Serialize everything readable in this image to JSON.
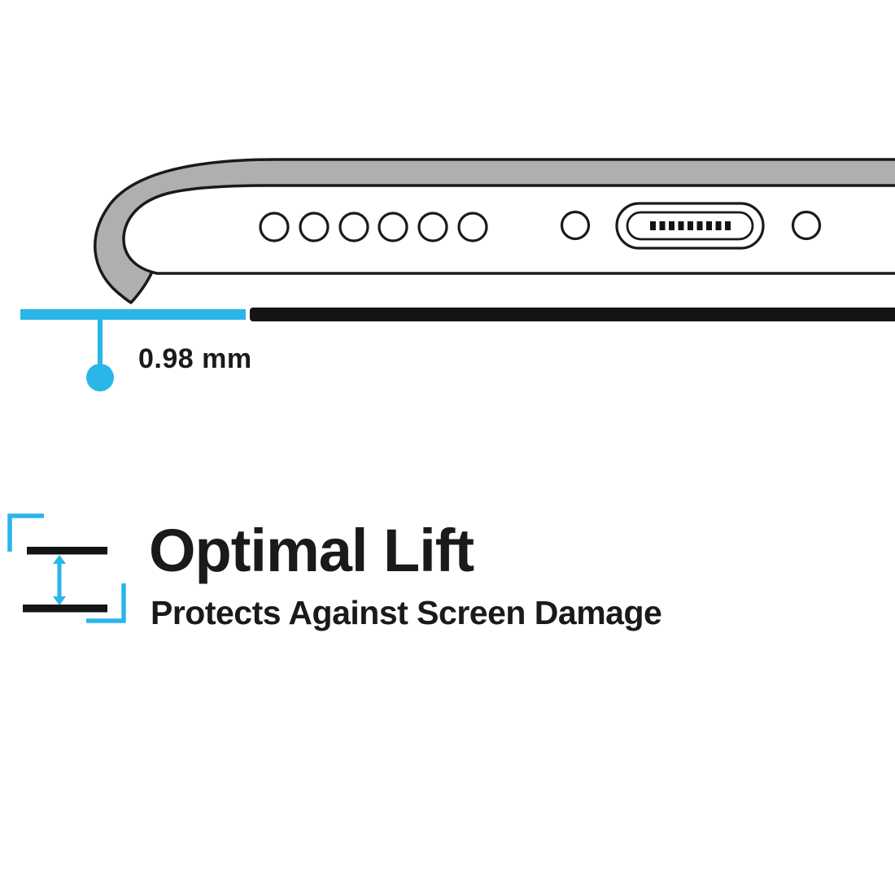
{
  "page": {
    "background": "#ffffff"
  },
  "colors": {
    "accent": "#29b6e8",
    "ink": "#141414",
    "outline": "#1a1a1a",
    "case_gray": "#afaeb1",
    "phone_white": "#ffffff"
  },
  "icons": {
    "lift_double_arrow": "↕"
  },
  "illustration": {
    "measurement_label": "0.98 mm"
  },
  "feature": {
    "title": "Optimal Lift",
    "subtitle": "Protects Against Screen Damage"
  }
}
